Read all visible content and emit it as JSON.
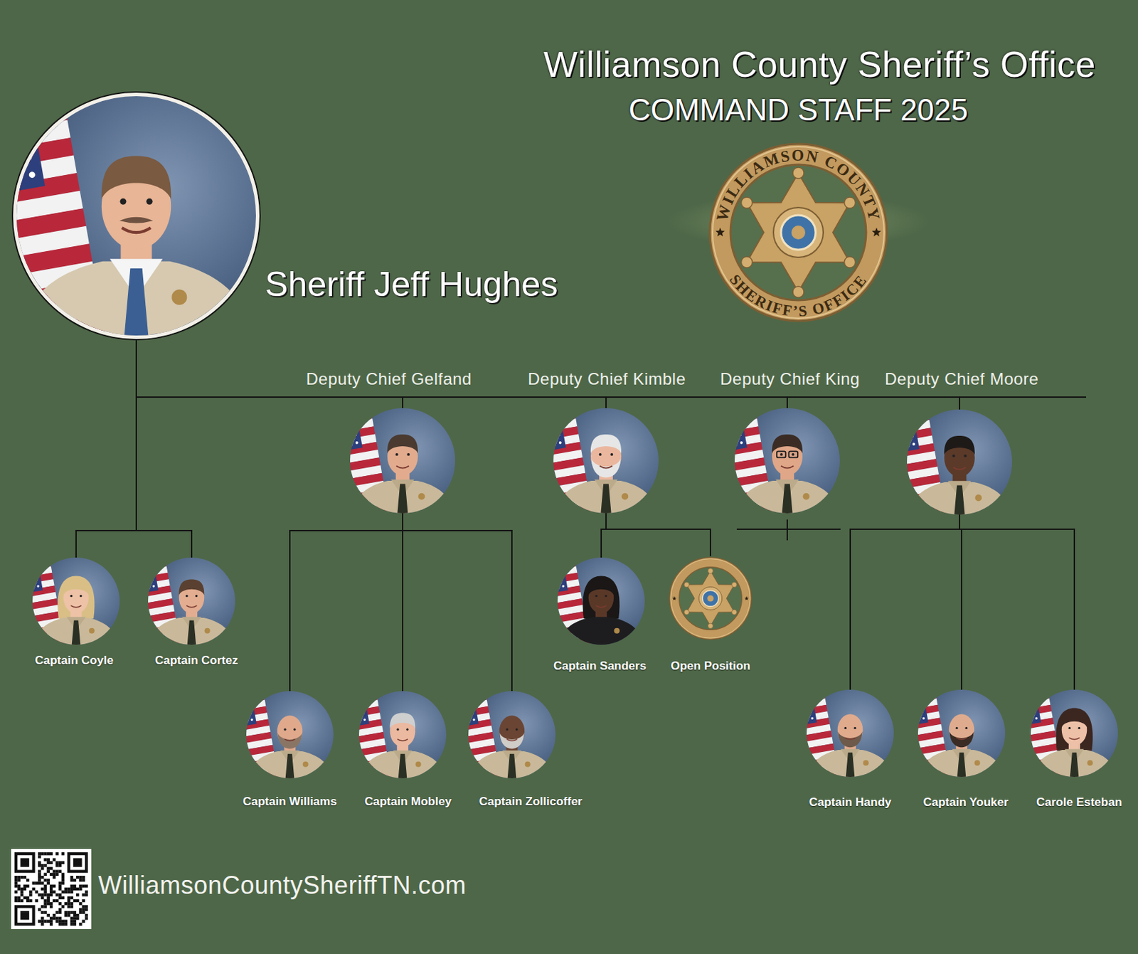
{
  "diagram": {
    "title": "Williamson County Sheriff’s Office",
    "nodes": [
      {
        "text": [
          "Sheriff Jeff Hughes"
        ]
      },
      {
        "text": [
          "Deputy Chief Gelfand"
        ]
      },
      {
        "text": [
          "Deputy Chief Kimble"
        ]
      },
      {
        "text": [
          "Deputy Chief King"
        ]
      },
      {
        "text": [
          "Deputy Chief Moore"
        ]
      },
      {
        "text": [
          "Captain Coyle"
        ]
      },
      {
        "text": [
          "Captain Cortez"
        ]
      },
      {
        "text": [
          "Captain Sanders"
        ]
      },
      {
        "text": [
          "Open Position"
        ]
      },
      {
        "text": [
          "Captain Williams"
        ]
      },
      {
        "text": [
          "Captain Mobley"
        ]
      },
      {
        "text": [
          "Captain Zollicoffer"
        ]
      },
      {
        "text": [
          "Captain Handy"
        ]
      },
      {
        "text": [
          "Captain Youker"
        ]
      },
      {
        "text": [
          "Carole Esteban"
        ]
      }
    ],
    "edges": [
      {
        "from": 0,
        "to": 1,
        "arrow": "none"
      },
      {
        "from": 0,
        "to": 2,
        "arrow": "none"
      },
      {
        "from": 0,
        "to": 3,
        "arrow": "none"
      },
      {
        "from": 0,
        "to": 4,
        "arrow": "none"
      },
      {
        "from": 0,
        "to": 5,
        "arrow": "none"
      },
      {
        "from": 0,
        "to": 6,
        "arrow": "none"
      },
      {
        "from": 1,
        "to": 9,
        "arrow": "none"
      },
      {
        "from": 1,
        "to": 10,
        "arrow": "none"
      },
      {
        "from": 1,
        "to": 11,
        "arrow": "none"
      },
      {
        "from": 2,
        "to": 7,
        "arrow": "none"
      },
      {
        "from": 2,
        "to": 8,
        "arrow": "none"
      },
      {
        "from": 4,
        "to": 12,
        "arrow": "none"
      },
      {
        "from": 4,
        "to": 13,
        "arrow": "none"
      },
      {
        "from": 4,
        "to": 14,
        "arrow": "none"
      }
    ],
    "labels": [
      "COMMAND STAFF 2025",
      "WILLIAMSON COUNTY",
      "SHERIFF’S OFFICE",
      "WilliamsonCountySheriffTN.com"
    ]
  }
}
